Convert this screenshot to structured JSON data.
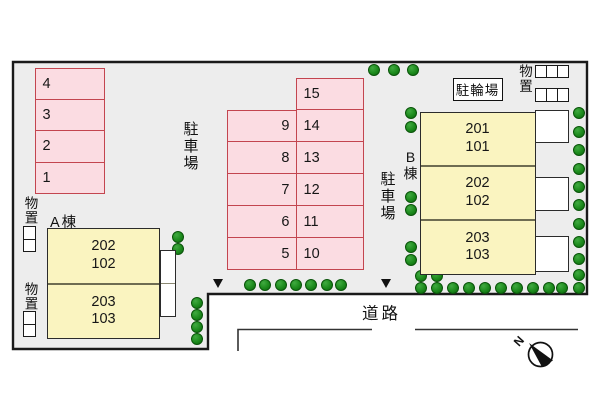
{
  "labels": {
    "parking_lot": "駐車場",
    "bicycle_parking": "駐輪場",
    "storage": "物置",
    "road": "道路",
    "compass_north": "N"
  },
  "parking": {
    "left_column": [
      "4",
      "3",
      "2",
      "1"
    ],
    "center_left_column": [
      "9",
      "8",
      "7",
      "6",
      "5"
    ],
    "center_right_column": [
      "15",
      "14",
      "13",
      "12",
      "11",
      "10"
    ]
  },
  "buildings": {
    "a": {
      "name": "A棟",
      "units": [
        {
          "upper": "202",
          "lower": "102"
        },
        {
          "upper": "203",
          "lower": "103"
        }
      ]
    },
    "b": {
      "name": "B棟",
      "units": [
        {
          "upper": "201",
          "lower": "101"
        },
        {
          "upper": "202",
          "lower": "102"
        },
        {
          "upper": "203",
          "lower": "103"
        }
      ]
    }
  },
  "colors": {
    "site_fill": "#ededed",
    "site_border": "#1a1a1a",
    "parking_fill": "#fbdce2",
    "parking_border": "#c3454f",
    "building_fill": "#faf4c0",
    "building_border": "#2b2b2b",
    "porch_fill": "#ffffff",
    "tree_green": "#1c8a1c"
  },
  "trees": [
    [
      373.5,
      69.5
    ],
    [
      393.5,
      69.5
    ],
    [
      413,
      69.5
    ],
    [
      411,
      113
    ],
    [
      411,
      126.5
    ],
    [
      411,
      196.5
    ],
    [
      411,
      210
    ],
    [
      411,
      247
    ],
    [
      411,
      260
    ],
    [
      578.5,
      113
    ],
    [
      578.5,
      131.5
    ],
    [
      578.5,
      150
    ],
    [
      578.5,
      168.5
    ],
    [
      578.5,
      187
    ],
    [
      578.5,
      205
    ],
    [
      578.5,
      223.5
    ],
    [
      578.5,
      241.5
    ],
    [
      578.5,
      258.5
    ],
    [
      578.5,
      275
    ],
    [
      562,
      288
    ],
    [
      578.5,
      288
    ],
    [
      420.5,
      275.5
    ],
    [
      436.5,
      275.5
    ],
    [
      420.5,
      288
    ],
    [
      436.5,
      288
    ],
    [
      452.5,
      288
    ],
    [
      468.5,
      288
    ],
    [
      484.5,
      288
    ],
    [
      500.5,
      288
    ],
    [
      516.5,
      288
    ],
    [
      532.5,
      288
    ],
    [
      548.5,
      288
    ],
    [
      250,
      284.5
    ],
    [
      265.3,
      284.5
    ],
    [
      280.7,
      284.5
    ],
    [
      296,
      284.5
    ],
    [
      311.3,
      284.5
    ],
    [
      326.7,
      284.5
    ],
    [
      341,
      284.5
    ],
    [
      197,
      303
    ],
    [
      197,
      315
    ],
    [
      197,
      327
    ],
    [
      197,
      338.5
    ],
    [
      177.5,
      236.5
    ],
    [
      177.5,
      248.5
    ]
  ]
}
